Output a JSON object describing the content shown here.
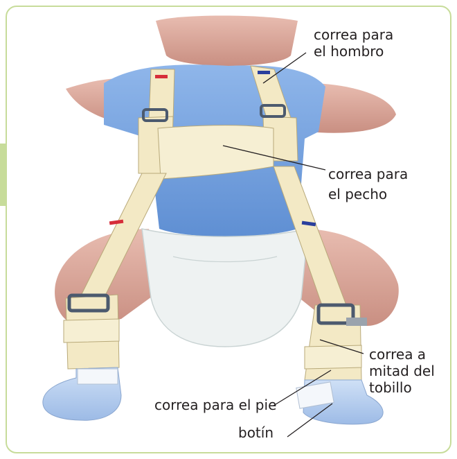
{
  "labels": {
    "shoulder_line1": "correa para",
    "shoulder_line2": "el hombro",
    "chest_line1": "correa para",
    "chest_line2": "el pecho",
    "ankle_line1": "correa a",
    "ankle_line2": "mitad del",
    "ankle_line3": "tobillo",
    "foot": "correa para el pie",
    "bootie": "botín"
  },
  "colors": {
    "frame": "#c7dc9a",
    "shirt": "#7aa6e0",
    "strap": "#f3e9c5",
    "skin": "#d9a79a",
    "diaper": "#eef2f2",
    "bootie": "#b7cff0"
  }
}
